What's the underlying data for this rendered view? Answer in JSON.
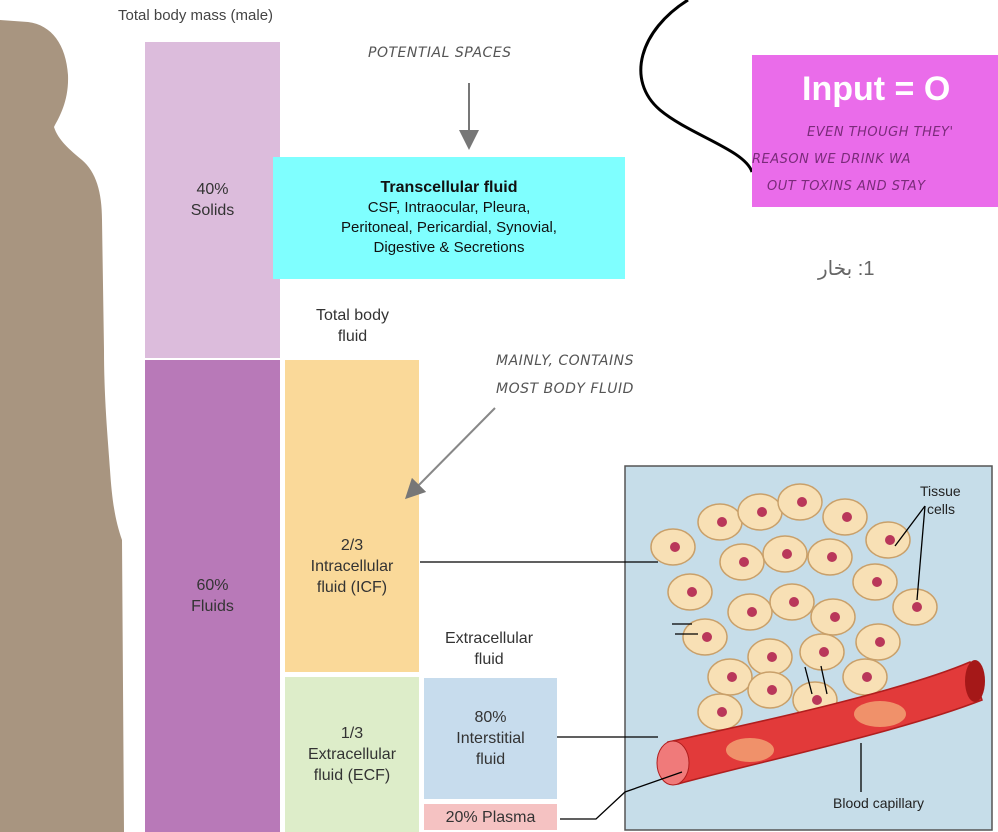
{
  "header": {
    "title": "Total body mass (male)"
  },
  "columns": {
    "solids": {
      "percent": "40%",
      "label": "Solids"
    },
    "fluids": {
      "percent": "60%",
      "label": "Fluids"
    },
    "total_body_fluid": {
      "line1": "Total body",
      "line2": "fluid"
    },
    "icf": {
      "fraction": "2/3",
      "line1": "Intracellular",
      "line2": "fluid (ICF)"
    },
    "ecf": {
      "fraction": "1/3",
      "line1": "Extracellular",
      "line2": "fluid (ECF)"
    },
    "extracellular_fluid": {
      "line1": "Extracellular",
      "line2": "fluid"
    },
    "interstitial": {
      "percent": "80%",
      "line1": "Interstitial",
      "line2": "fluid"
    },
    "plasma": {
      "label": "20% Plasma"
    }
  },
  "transcellular": {
    "title": "Transcellular fluid",
    "line1": "CSF, Intraocular, Pleura,",
    "line2": "Peritoneal, Pericardial, Synovial,",
    "line3": "Digestive & Secretions"
  },
  "annotations": {
    "potential_spaces": "POTENTIAL SPACES",
    "mainly_line1": "MAINLY, CONTAINS",
    "mainly_line2": "MOST BODY FLUID"
  },
  "callout": {
    "title": "Input = O",
    "line1": "EVEN THOUGH THEY'",
    "line2": "REASON WE DRINK WA",
    "line3": "OUT TOXINS AND STAY"
  },
  "arabic_note": "1: بخار",
  "illustration": {
    "tissue_cells_line1": "Tissue",
    "tissue_cells_line2": "cells",
    "blood_capillary": "Blood capillary"
  },
  "colors": {
    "solids": "#dcbcdc",
    "fluids": "#b879b8",
    "icf": "#fad999",
    "ecf": "#ddedc9",
    "interstitial": "#c7dced",
    "plasma": "#f5c2c2",
    "transcellular_bg": "#7fffff",
    "callout_bg": "#ea6cea",
    "illustration_bg": "#c6dde9"
  }
}
